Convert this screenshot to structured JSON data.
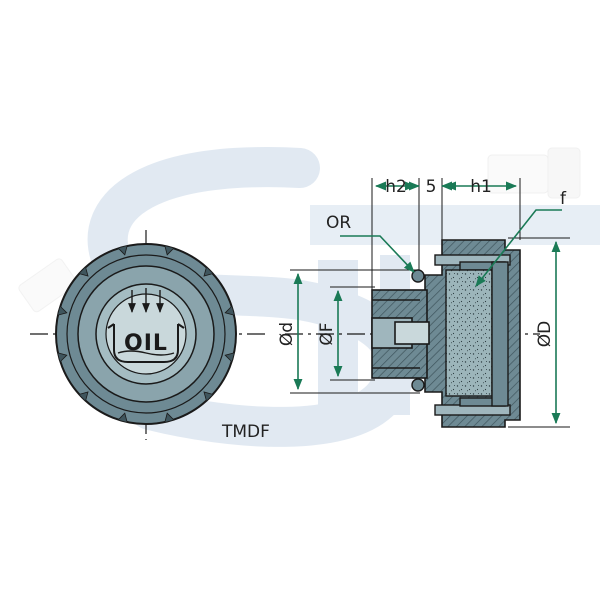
{
  "colors": {
    "body_fill": "#6e8a94",
    "body_light": "#9fb6bd",
    "body_dark": "#3f555d",
    "filter_fill": "#93aeb4",
    "dimension": "#1a7a56",
    "watermark": "#c9d8e8",
    "outline": "#1a1a1a"
  },
  "front_view": {
    "oil_label": "OIL",
    "caption": "TMDF",
    "icon": "oil-level-icon"
  },
  "section_view": {
    "labels": {
      "h2": "h2",
      "gap": "5",
      "h1": "h1",
      "f": "f",
      "or": "OR",
      "d": "Ød",
      "F": "ØF",
      "D": "ØD"
    }
  },
  "watermark": {
    "icon": "brand-watermark-icon"
  }
}
